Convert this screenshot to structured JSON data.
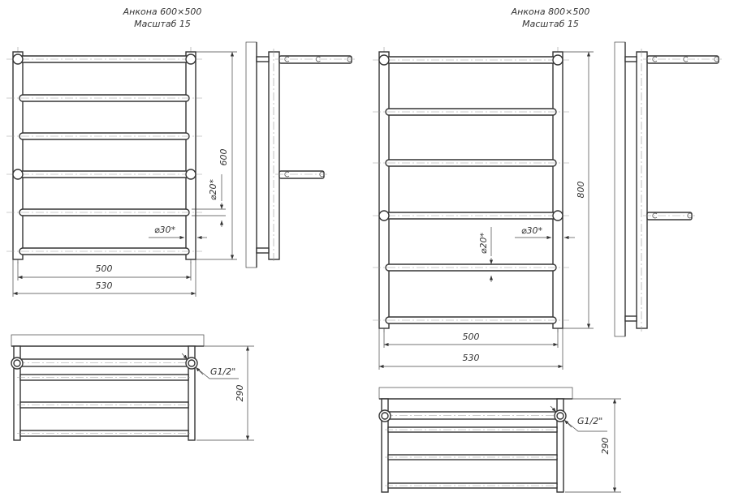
{
  "drawings": [
    {
      "title": "Анкона 600×500",
      "scale": "Масштаб 15",
      "dims": {
        "height": "600",
        "inner_width": "500",
        "outer_width": "530",
        "rail_diameter": "⌀20*",
        "post_diameter": "⌀30*",
        "depth": "290",
        "thread": "G1/2\""
      }
    },
    {
      "title": "Анкона 800×500",
      "scale": "Масштаб 15",
      "dims": {
        "height": "800",
        "inner_width": "500",
        "outer_width": "530",
        "rail_diameter": "⌀20*",
        "post_diameter": "⌀30*",
        "depth": "290",
        "thread": "G1/2\""
      }
    }
  ],
  "colors": {
    "line": "#333333",
    "hatch": "#888888"
  }
}
